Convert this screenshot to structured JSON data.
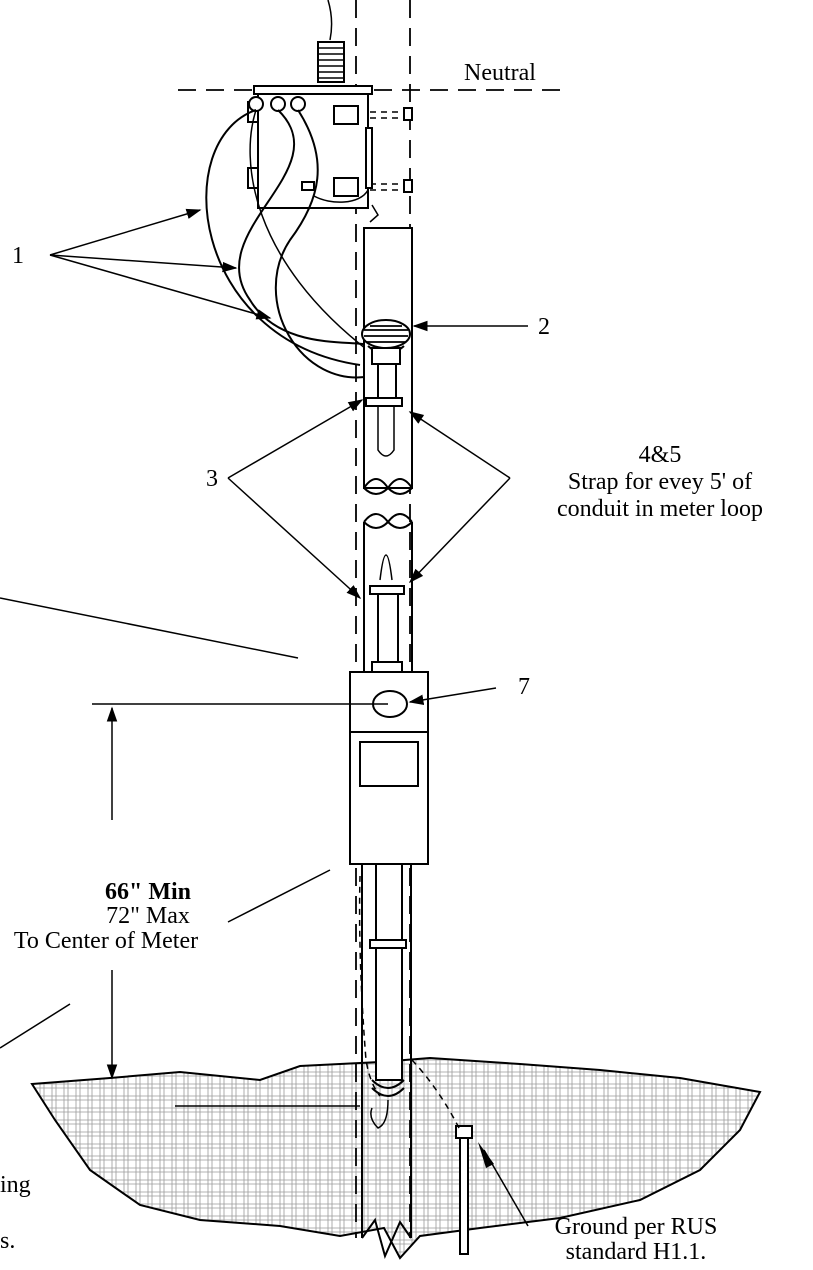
{
  "labels": {
    "neutral": "Neutral",
    "item1": "1",
    "item2": "2",
    "item3": "3",
    "item45_line1": "4&5",
    "item45_line2": "Strap for evey 5' of",
    "item45_line3": "conduit in meter loop",
    "item7": "7",
    "height_min": "66\" Min",
    "height_max": "72\" Max",
    "height_ref": "To Center of Meter",
    "partial_left_1": "ing",
    "partial_left_2": "s.",
    "ground_line1": "Ground per RUS",
    "ground_line2": "standard H1.1."
  }
}
